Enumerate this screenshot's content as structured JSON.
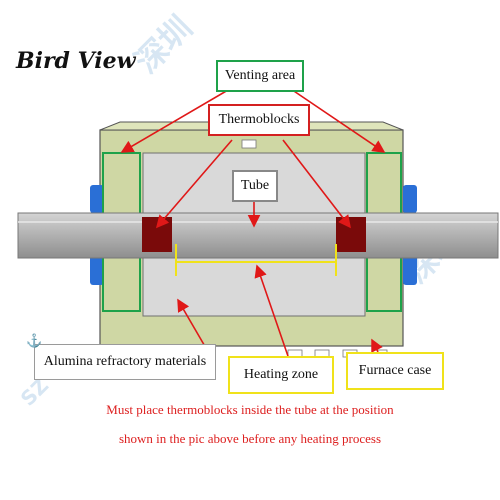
{
  "title": "Bird View",
  "labels": {
    "venting_area": "Venting area",
    "thermoblocks": "Thermoblocks",
    "tube": "Tube",
    "alumina": "Alumina refractory materials",
    "heating_zone": "Heating zone",
    "furnace_case": "Furnace case"
  },
  "note": {
    "line1": "Must place thermoblocks inside the tube at the position",
    "line2": "shown in the pic above before any heating process"
  },
  "colors": {
    "venting_border": "#1ea24a",
    "thermo_border": "#d42020",
    "tube_border": "#888888",
    "alumina_border": "#9a9a9a",
    "heating_border": "#f0e21a",
    "case_border": "#f0e21a",
    "arrow_red": "#e01818",
    "case_fill": "#cfd7a4",
    "tube_fill": "#b0b0b0",
    "thermoblock_fill": "#7a0a0a",
    "connector_blue": "#2a6fd6",
    "note_red": "#dd1f1f"
  },
  "icons": [
    "anchor-icon"
  ]
}
